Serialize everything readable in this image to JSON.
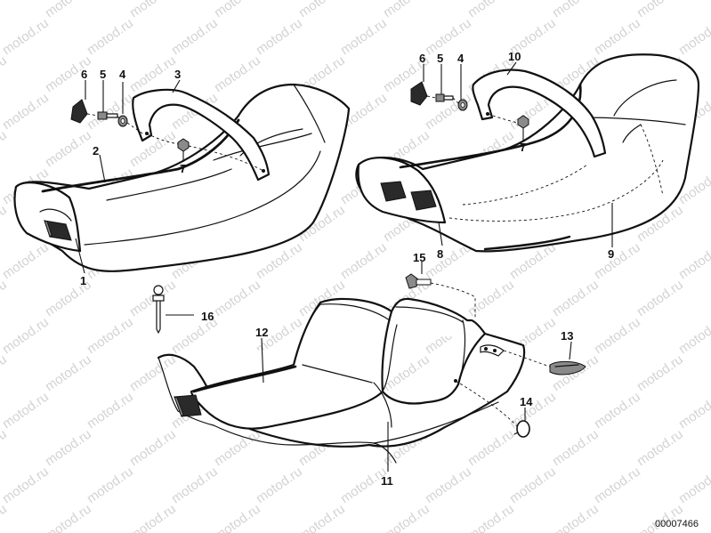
{
  "watermark": "motod.ru",
  "reference_code": "00007466",
  "callouts": [
    {
      "id": "c1",
      "label": "1"
    },
    {
      "id": "c2",
      "label": "2"
    },
    {
      "id": "c3",
      "label": "3"
    },
    {
      "id": "c4a",
      "label": "4"
    },
    {
      "id": "c5a",
      "label": "5"
    },
    {
      "id": "c6a",
      "label": "6"
    },
    {
      "id": "c7a",
      "label": "7"
    },
    {
      "id": "c6b",
      "label": "6"
    },
    {
      "id": "c5b",
      "label": "5"
    },
    {
      "id": "c4b",
      "label": "4"
    },
    {
      "id": "c10",
      "label": "10"
    },
    {
      "id": "c7b",
      "label": "7"
    },
    {
      "id": "c8",
      "label": "8"
    },
    {
      "id": "c9",
      "label": "9"
    },
    {
      "id": "c15",
      "label": "15"
    },
    {
      "id": "c16",
      "label": "16"
    },
    {
      "id": "c12",
      "label": "12"
    },
    {
      "id": "c13",
      "label": "13"
    },
    {
      "id": "c14",
      "label": "14"
    },
    {
      "id": "c11",
      "label": "11"
    }
  ]
}
